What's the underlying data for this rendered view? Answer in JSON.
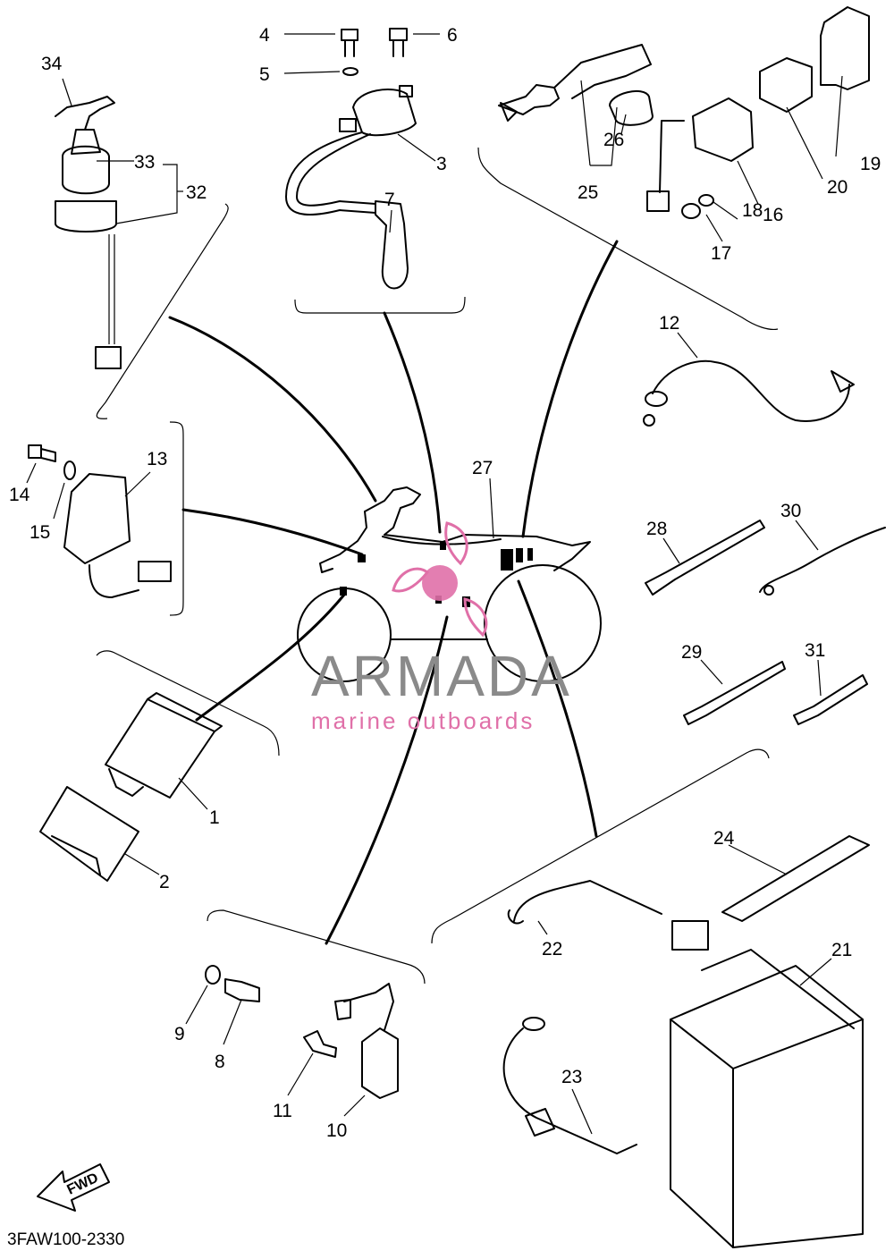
{
  "diagram": {
    "part_code": "3FAW100-2330",
    "fwd_label": "FWD",
    "watermark": {
      "brand": "ARMADA",
      "tagline": "marine outboards",
      "accent_color": "#e070a8"
    },
    "callouts": [
      {
        "id": "1",
        "label": "1"
      },
      {
        "id": "2",
        "label": "2"
      },
      {
        "id": "3",
        "label": "3"
      },
      {
        "id": "4",
        "label": "4"
      },
      {
        "id": "5",
        "label": "5"
      },
      {
        "id": "6",
        "label": "6"
      },
      {
        "id": "7",
        "label": "7"
      },
      {
        "id": "8",
        "label": "8"
      },
      {
        "id": "9",
        "label": "9"
      },
      {
        "id": "10",
        "label": "10"
      },
      {
        "id": "11",
        "label": "11"
      },
      {
        "id": "12",
        "label": "12"
      },
      {
        "id": "13",
        "label": "13"
      },
      {
        "id": "14",
        "label": "14"
      },
      {
        "id": "15",
        "label": "15"
      },
      {
        "id": "16",
        "label": "16"
      },
      {
        "id": "17",
        "label": "17"
      },
      {
        "id": "18",
        "label": "18"
      },
      {
        "id": "19",
        "label": "19"
      },
      {
        "id": "20",
        "label": "20"
      },
      {
        "id": "21",
        "label": "21"
      },
      {
        "id": "22",
        "label": "22"
      },
      {
        "id": "23",
        "label": "23"
      },
      {
        "id": "24",
        "label": "24"
      },
      {
        "id": "25",
        "label": "25"
      },
      {
        "id": "26",
        "label": "26"
      },
      {
        "id": "27",
        "label": "27"
      },
      {
        "id": "28",
        "label": "28"
      },
      {
        "id": "29",
        "label": "29"
      },
      {
        "id": "30",
        "label": "30"
      },
      {
        "id": "31",
        "label": "31"
      },
      {
        "id": "32",
        "label": "32"
      },
      {
        "id": "33",
        "label": "33"
      },
      {
        "id": "34",
        "label": "34"
      }
    ]
  }
}
